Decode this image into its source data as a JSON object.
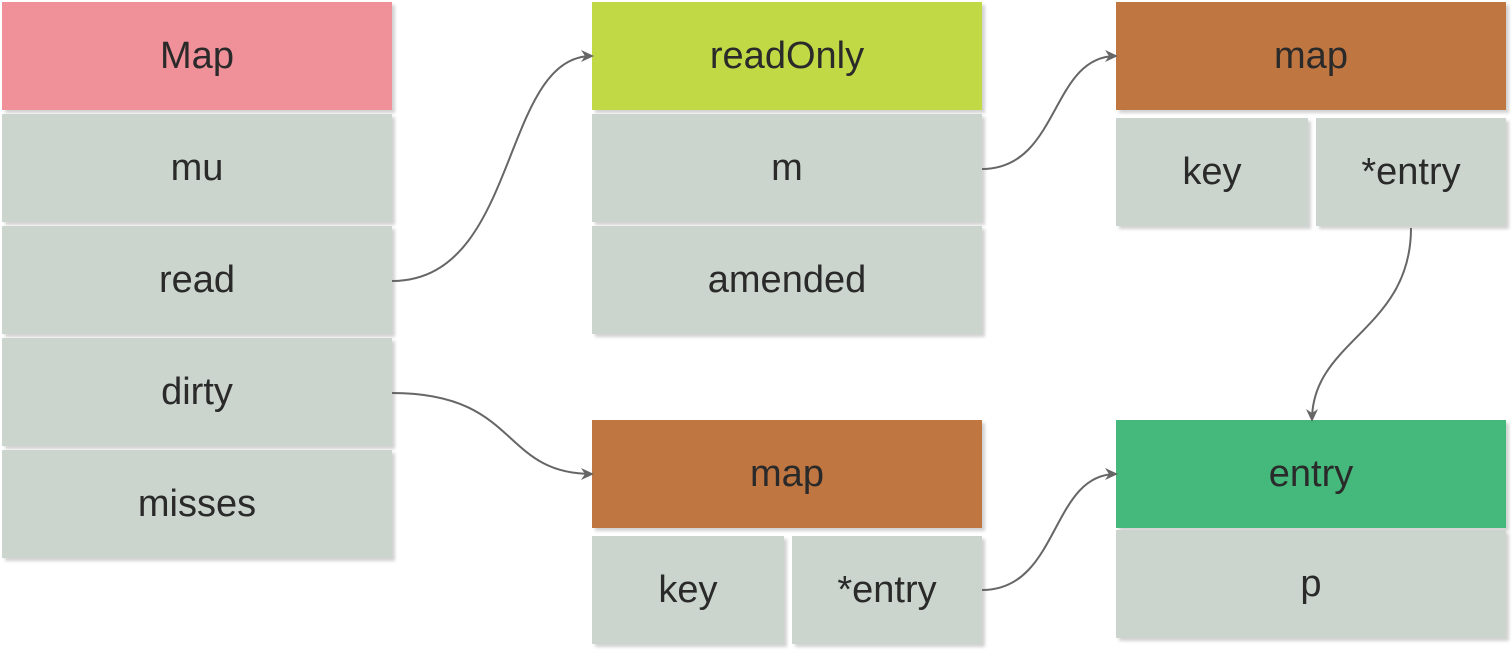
{
  "map_struct": {
    "title": "Map",
    "fields": [
      "mu",
      "read",
      "dirty",
      "misses"
    ]
  },
  "readonly_struct": {
    "title": "readOnly",
    "fields": [
      "m",
      "amended"
    ]
  },
  "readonly_map": {
    "title": "map",
    "key": "key",
    "value": "*entry"
  },
  "dirty_map": {
    "title": "map",
    "key": "key",
    "value": "*entry"
  },
  "entry_struct": {
    "title": "entry",
    "fields": [
      "p"
    ]
  },
  "colors": {
    "map_header": "#f0919a",
    "readonly_header": "#c1d944",
    "map_type_header": "#c07640",
    "entry_header": "#44b97b",
    "field_fill": "#cbd5cd",
    "arrow": "#666666"
  }
}
